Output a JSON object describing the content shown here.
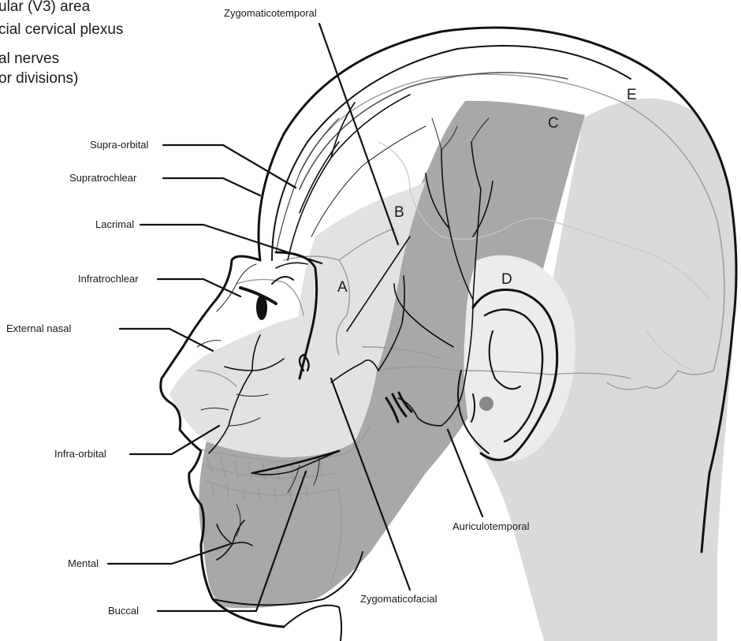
{
  "legend": {
    "line1": "ular (V3) area",
    "line2": "cial cervical plexus",
    "line3": "al nerves",
    "line4": "or divisions)"
  },
  "labels": {
    "zygomaticotemporal": "Zygomaticotemporal",
    "supra_orbital": "Supra-orbital",
    "supratrochlear": "Supratrochlear",
    "lacrimal": "Lacrimal",
    "infratrochlear": "Infratrochlear",
    "external_nasal": "External nasal",
    "infra_orbital": "Infra-orbital",
    "mental": "Mental",
    "buccal": "Buccal",
    "zygomaticofacial": "Zygomaticofacial",
    "auriculotemporal": "Auriculotemporal"
  },
  "regions": {
    "A": "A",
    "B": "B",
    "C": "C",
    "D": "D",
    "E": "E"
  },
  "colors": {
    "region_light": "#e2e2e2",
    "region_mid": "#a8a8a8",
    "region_e": "#dadada",
    "outline": "#111111",
    "skull": "#9a9a9a"
  }
}
